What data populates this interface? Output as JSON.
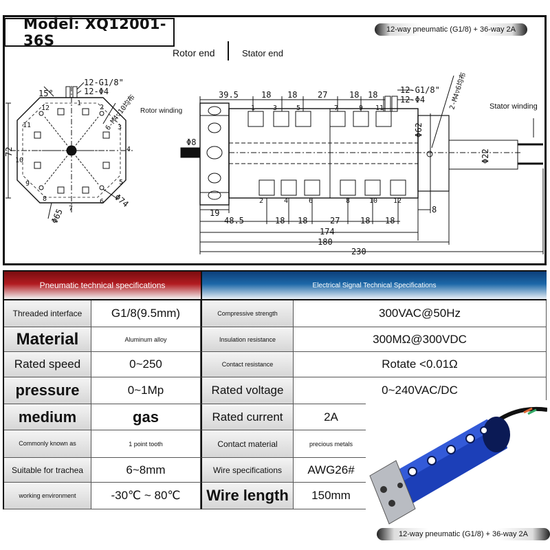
{
  "model_title": "Model: XQ12001-36S",
  "badge_top": "12-way pneumatic (G1/8) + 36-way 2A",
  "badge_bottom": "12-way pneumatic (G1/8) + 36-way 2A",
  "drawing": {
    "rotor_end": "Rotor end",
    "stator_end": "Stator end",
    "rotor_winding": "Rotor winding",
    "stator_winding": "Stator winding",
    "front_view": {
      "port_labels": [
        "1",
        "2",
        "3",
        "4",
        "5",
        "6",
        "7",
        "8",
        "9",
        "10",
        "11",
        "12"
      ],
      "dim_angle": "15°",
      "dim_g18": "12-G1/8\"",
      "dim_phi4": "12-Φ4",
      "dim_m4": "6-M4▽10均布",
      "dim_72": "72",
      "dim_74": "Φ74",
      "dim_65": "Φ65"
    },
    "side_view": {
      "top_port_labels": [
        "1",
        "3",
        "5",
        "7",
        "9",
        "11"
      ],
      "bottom_port_labels": [
        "2",
        "4",
        "6",
        "8",
        "10",
        "12"
      ],
      "dim_395": "39.5",
      "dim_18a": "18",
      "dim_18b": "18",
      "dim_27a": "27",
      "dim_18c": "18",
      "dim_18d": "18",
      "dim_g18": "12-G1/8\"",
      "dim_phi4": "12-Φ4",
      "dim_m4": "2-M4▽6均布",
      "dim_phi8": "Φ8",
      "dim_phi62": "Φ62",
      "dim_phi22": "Φ22",
      "dim_19": "19",
      "dim_8": "8",
      "dim_485": "48.5",
      "dim_18e": "18",
      "dim_18f": "18",
      "dim_27b": "27",
      "dim_18g": "18",
      "dim_18h": "18",
      "dim_174": "174",
      "dim_180": "180",
      "dim_230": "230"
    }
  },
  "table": {
    "pneumatic_header": "Pneumatic technical specifications",
    "electrical_header": "Electrical Signal Technical Specifications",
    "rows": [
      {
        "label": "Threaded interface",
        "value": "G1/8(9.5mm)",
        "elabel": "Compressive strength",
        "evalue": "300VAC@50Hz"
      },
      {
        "label": "Material",
        "value": "Aluminum alloy",
        "elabel": "Insulation resistance",
        "evalue": "300MΩ@300VDC"
      },
      {
        "label": "Rated speed",
        "value": "0~250",
        "elabel": "Contact resistance",
        "evalue": "Rotate <0.01Ω"
      },
      {
        "label": "pressure",
        "value": "0~1Mp",
        "elabel": "Rated voltage",
        "evalue": "0~240VAC/DC"
      },
      {
        "label": "medium",
        "value": "gas",
        "elabel": "Rated current",
        "evalue": "2A"
      },
      {
        "label": "Commonly known as",
        "value": "1 point tooth",
        "elabel": "Contact material",
        "evalue": "precious metals"
      },
      {
        "label": "Suitable for trachea",
        "value": "6~8mm",
        "elabel": "Wire specifications",
        "evalue": "AWG26#"
      },
      {
        "label": "working environment",
        "value": "-30℃ ~ 80℃",
        "elabel": "Wire length",
        "evalue": "150mm"
      }
    ]
  },
  "colors": {
    "pneumatic_header": "#b21b20",
    "electrical_header": "#1c68a8",
    "product_body": "#1c3fb8"
  }
}
